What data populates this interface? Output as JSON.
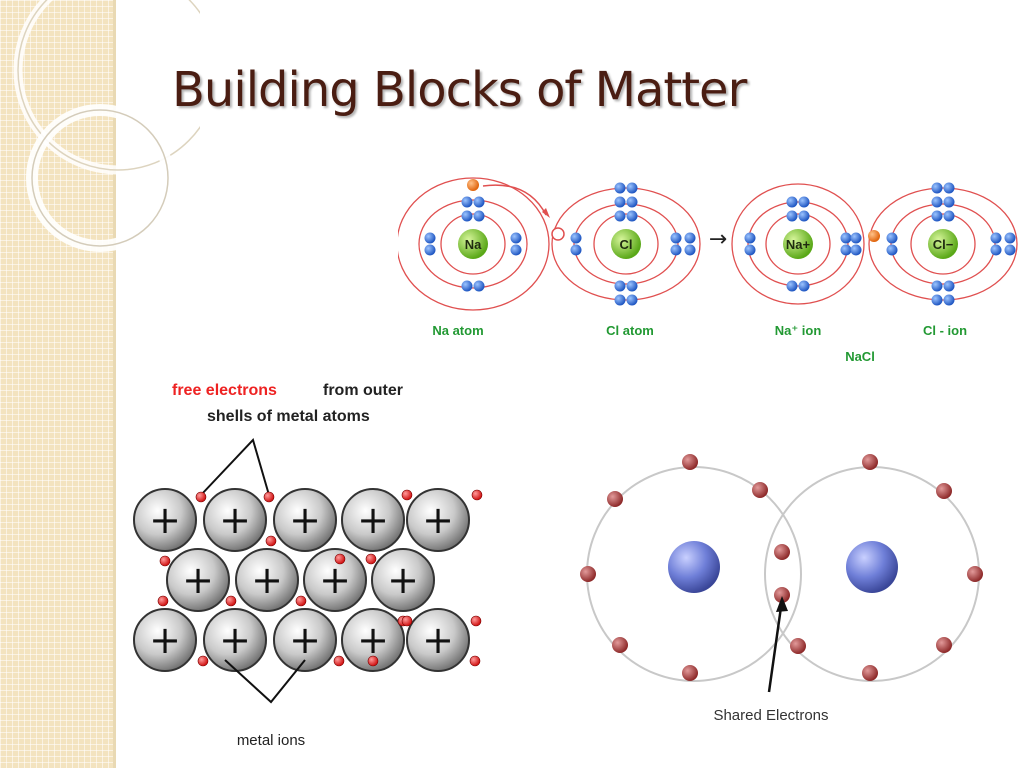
{
  "slide": {
    "title": "Building Blocks of Matter"
  },
  "ionic": {
    "atom_symbols": [
      "Na",
      "Cl",
      "Na",
      "Cl"
    ],
    "ion_charges": [
      "+",
      "−"
    ],
    "labels": {
      "na_atom": "Na atom",
      "cl_atom": "Cl atom",
      "na_ion": "Na⁺  ion",
      "cl_ion": "Cl - ion",
      "compound": "NaCl"
    },
    "arrow": "→"
  },
  "metallic": {
    "free_electrons": "free electrons",
    "from_outer": "from outer",
    "shells_line": "shells of metal atoms",
    "ion_symbol": "+",
    "metal_ions": "metal ions"
  },
  "covalent": {
    "shared_electrons": "Shared Electrons"
  },
  "colors": {
    "title": "#4a1d12",
    "nucleus_green": "#6fbf1f",
    "electron_blue": "#2f6fd6",
    "electron_orange": "#f07a1a",
    "orbit_red": "#e05050",
    "label_green": "#229933",
    "free_electron_red": "#ee2222",
    "covalent_nucleus": "#6f7fd8",
    "covalent_electron": "#a83a3a"
  }
}
